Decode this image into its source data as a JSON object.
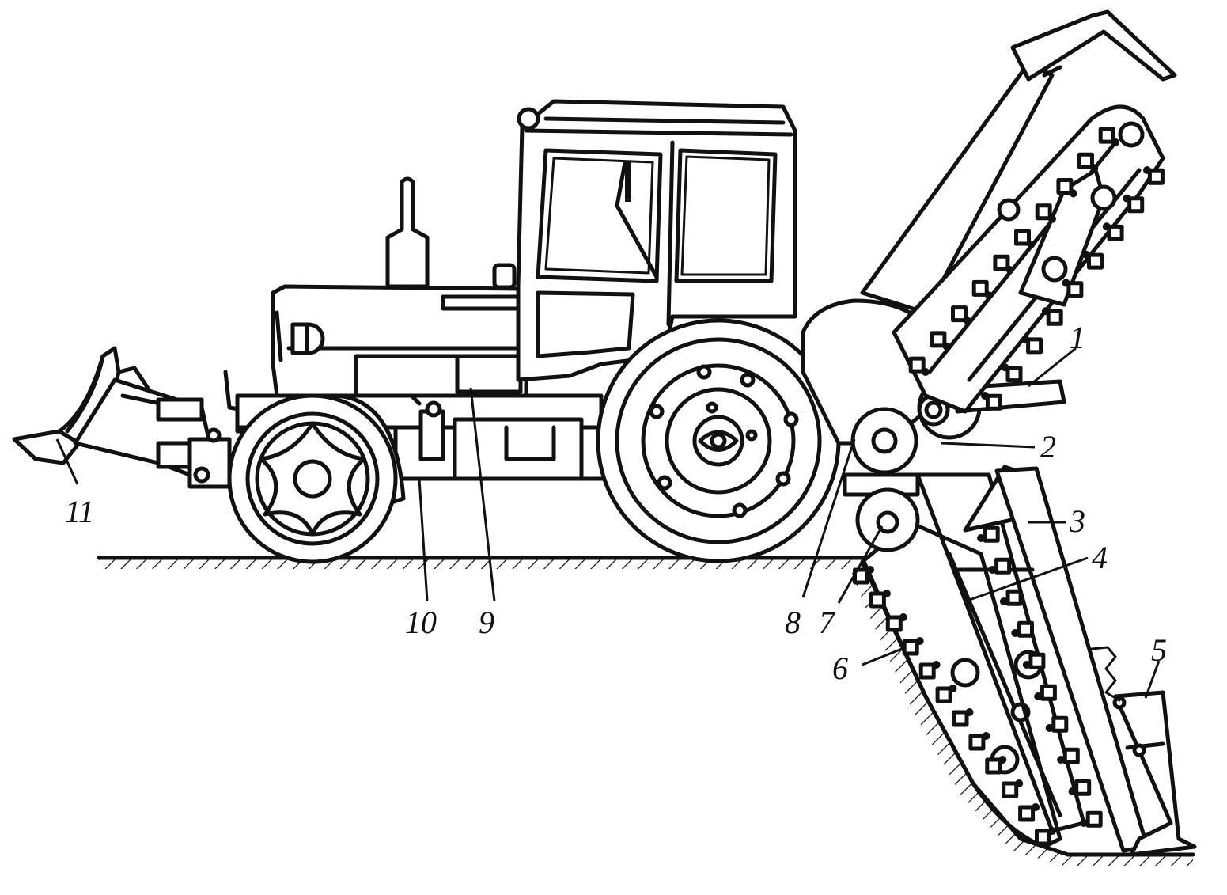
{
  "colors": {
    "ink": "#111111",
    "paper": "#ffffff"
  },
  "callouts": [
    {
      "id": "1",
      "label": "1"
    },
    {
      "id": "2",
      "label": "2"
    },
    {
      "id": "3",
      "label": "3"
    },
    {
      "id": "4",
      "label": "4"
    },
    {
      "id": "5",
      "label": "5"
    },
    {
      "id": "6",
      "label": "6"
    },
    {
      "id": "7",
      "label": "7"
    },
    {
      "id": "8",
      "label": "8"
    },
    {
      "id": "9",
      "label": "9"
    },
    {
      "id": "10",
      "label": "10"
    },
    {
      "id": "11",
      "label": "11"
    }
  ]
}
